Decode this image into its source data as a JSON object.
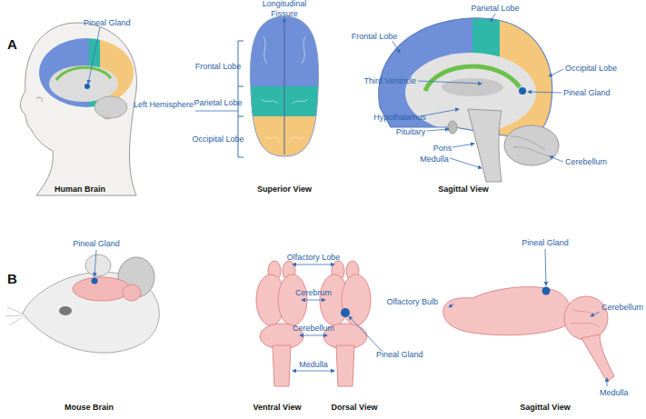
{
  "diagram": {
    "labels": [
      "A",
      "Pineal Gland",
      "Human Brain",
      "Longitudinal Fissure",
      "Frontal Lobe",
      "Left Hemisphere",
      "Parietal Lobe",
      "Occipital Lobe",
      "Superior View",
      "Parietal Lobe",
      "Frontal Lobe",
      "Occipital Lobe",
      "Third Ventricle",
      "Pineal Gland",
      "Hypothalamus",
      "Pituitary",
      "Pons",
      "Medulla",
      "Cerebellum",
      "Sagittal View",
      "B",
      "Pineal Gland",
      "Mouse Brain",
      "Olfactory Lobe",
      "Cerebrum",
      "Cerebellum",
      "Medulla",
      "Pineal Gland",
      "Ventral View",
      "Dorsal View",
      "Pineal Gland",
      "Olfactory Bulb",
      "Cerebellum",
      "Medulla",
      "Sagittal View"
    ]
  }
}
